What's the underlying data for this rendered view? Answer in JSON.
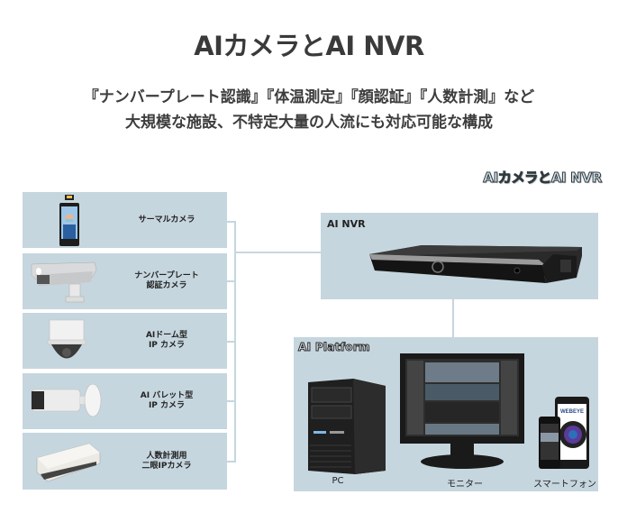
{
  "header": {
    "title": "AIカメラとAI NVR",
    "subtitle_line1": "『ナンバープレート認識』『体温測定』『顔認証』『人数計測』など",
    "subtitle_line2": "大規模な施設、不特定大量の人流にも対応可能な構成"
  },
  "diagram": {
    "section_label": "AIカメラとAI NVR",
    "cameras": [
      {
        "label": "サーマルカメラ",
        "icon": "thermal-camera-icon"
      },
      {
        "label": "ナンバープレート\n認証カメラ",
        "icon": "box-camera-icon"
      },
      {
        "label": "AIドーム型\nIP カメラ",
        "icon": "dome-camera-icon"
      },
      {
        "label": "AI バレット型\nIP カメラ",
        "icon": "bullet-camera-icon"
      },
      {
        "label": "人数計測用\n二眼IPカメラ",
        "icon": "dual-lens-camera-icon"
      }
    ],
    "nvr": {
      "title": "AI NVR",
      "icon": "nvr-device-icon"
    },
    "platform": {
      "title": "AI Platform",
      "devices": [
        {
          "label": "PC",
          "icon": "pc-tower-icon"
        },
        {
          "label": "モニター",
          "icon": "monitor-icon"
        },
        {
          "label": "スマートフォン",
          "icon": "smartphone-icon"
        }
      ],
      "app_brand": "WEBEYE"
    },
    "colors": {
      "box": "#c6d6de",
      "line": "#c6d6de",
      "text": "#333333"
    }
  }
}
